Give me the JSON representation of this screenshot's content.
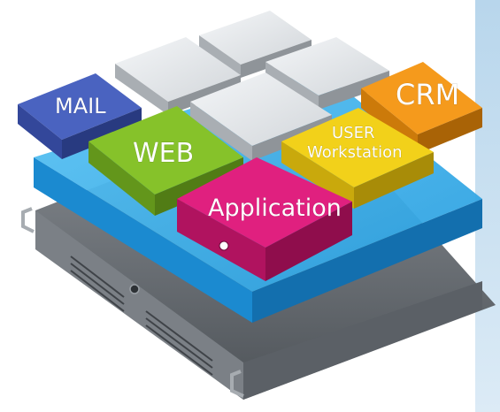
{
  "tiles": {
    "mail": {
      "label": "MAIL",
      "color": "#4a63c0"
    },
    "web": {
      "label": "WEB",
      "color": "#86c22a"
    },
    "crm": {
      "label": "CRM",
      "color": "#f59a1c"
    },
    "user": {
      "label_line1": "USER",
      "label_line2": "Workstation",
      "color": "#f2d11a"
    },
    "application": {
      "label": "Application",
      "color": "#e0207f"
    }
  },
  "colors": {
    "platform": "#2a9fe0",
    "base_server": "#6d7278",
    "grey_server": "#e4e7ea",
    "backdrop": "#c4dcee"
  },
  "icons": [
    "server-icon",
    "power-button-icon",
    "drive-bay-icon"
  ]
}
